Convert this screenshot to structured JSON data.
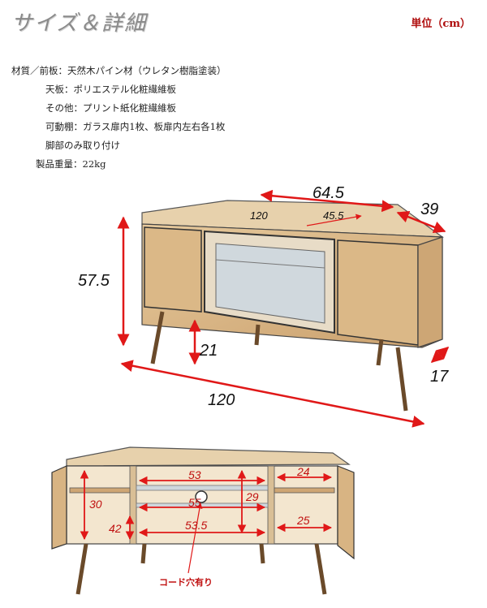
{
  "header": {
    "title": "サイズ＆詳細",
    "unit": "単位（cm）"
  },
  "specs": [
    "材質／前板：天然木パイン材（ウレタン樹脂塗装）",
    "天板：ポリエステル化粧繊維板",
    "その他：プリント紙化粧繊維板",
    "可動棚：ガラス扉内1枚、板扉内左右各1枚",
    "脚部のみ取り付け",
    "製品重量：22kg"
  ],
  "dims_top": {
    "back_width": "64.5",
    "side_depth": "39",
    "top_width_inner": "120",
    "corner_width": "45.5",
    "height": "57.5",
    "leg_height": "21",
    "front_width": "120",
    "depth": "17"
  },
  "dims_bottom": {
    "upper_center_width": "53",
    "right_shelf_width": "24",
    "left_height": "30",
    "center_width": "55",
    "center_height": "29",
    "left_lower_height": "42",
    "lower_center_width": "53.5",
    "right_lower_width": "25",
    "cord_note": "コード穴有り"
  },
  "colors": {
    "dimension_arrow": "#e01818",
    "wood": "#d9b98c",
    "outline": "#333333"
  }
}
